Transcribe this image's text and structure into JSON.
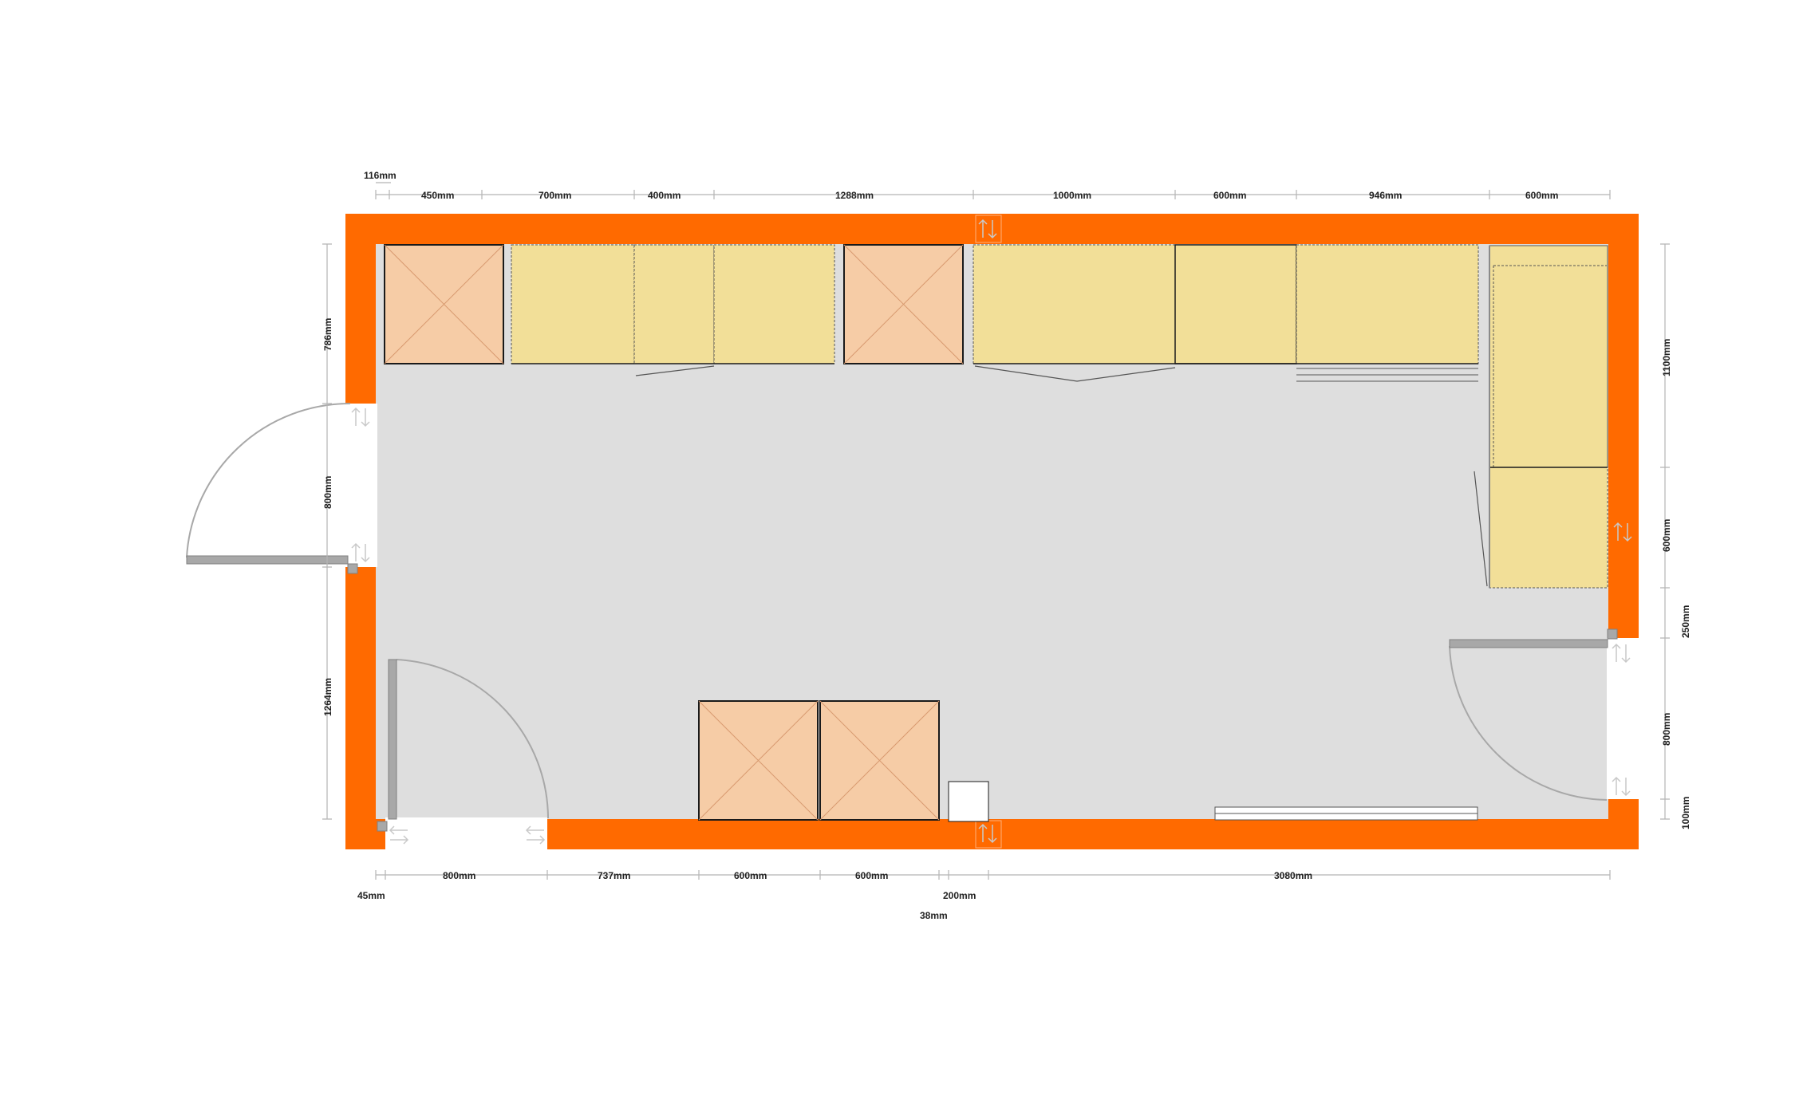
{
  "colors": {
    "wall": "#ff6a00",
    "floor": "#dedede",
    "cabinet": "#f2df98",
    "appliance": "#f6cca6",
    "door_leaf": "#a8a8a8",
    "door_swing": "#a8a8a8",
    "dimension_text": "#222222"
  },
  "dimensions": {
    "top": {
      "d116": "116mm",
      "d450": "450mm",
      "d700": "700mm",
      "d400": "400mm",
      "d1288": "1288mm",
      "d1000": "1000mm",
      "d600a": "600mm",
      "d946": "946mm",
      "d600b": "600mm"
    },
    "left": {
      "d786": "786mm",
      "d800": "800mm",
      "d1264": "1264mm"
    },
    "right": {
      "d1100": "1100mm",
      "d600": "600mm",
      "d250": "250mm",
      "d800": "800mm",
      "d100": "100mm"
    },
    "bottom": {
      "d45": "45mm",
      "d800": "800mm",
      "d737": "737mm",
      "d600a": "600mm",
      "d600b": "600mm",
      "d200": "200mm",
      "d38": "38mm",
      "d3080": "3080mm"
    }
  },
  "icons": {
    "appliance": "square-with-x-icon",
    "door": "door-swing-arc-icon",
    "opening": "opening-arrows-icon"
  }
}
